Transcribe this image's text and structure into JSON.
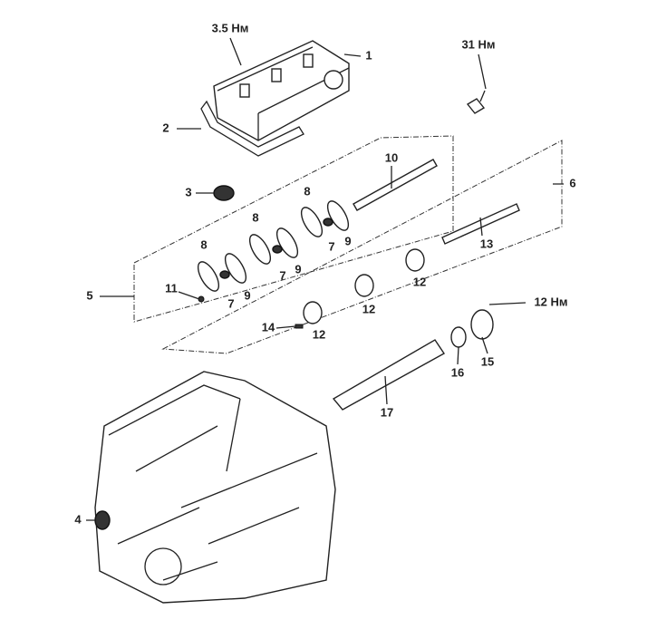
{
  "labels": {
    "torque_cover": "3.5 Нм",
    "p1": "1",
    "torque_31": "31 Нм",
    "p2": "2",
    "p10": "10",
    "p6": "6",
    "p3": "3",
    "p8a": "8",
    "p8b": "8",
    "p8c": "8",
    "p7a": "7",
    "p7b": "7",
    "p7c": "7",
    "p9a": "9",
    "p9b": "9",
    "p9c": "9",
    "p13": "13",
    "p5": "5",
    "p11": "11",
    "p12a": "12",
    "p12b": "12",
    "p12c": "12",
    "p14": "14",
    "torque_12": "12 Нм",
    "p15": "15",
    "p16": "16",
    "p17": "17",
    "p4": "4"
  }
}
